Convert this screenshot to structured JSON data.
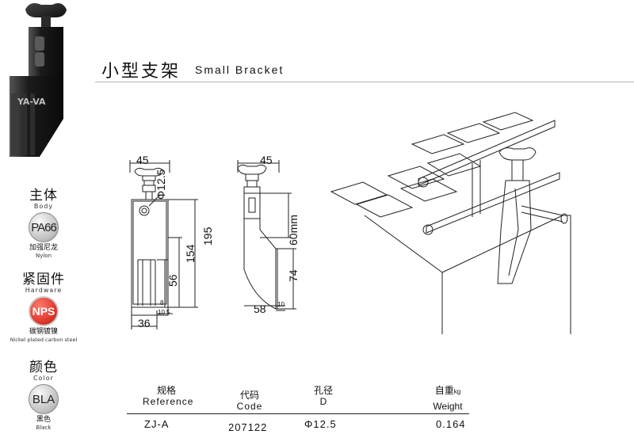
{
  "title": {
    "cn": "小型支架",
    "en": "Small Bracket"
  },
  "product_photo": {
    "brand": "YA-VA"
  },
  "sidebar": [
    {
      "cn": "主体",
      "en": "Body",
      "badge": "PA66",
      "sub_cn": "加强尼龙",
      "sub_en": "Nylon",
      "badge_color": "#d8d8d8",
      "badge_text_color": "#222"
    },
    {
      "cn": "紧固件",
      "en": "Hardware",
      "badge": "NPS",
      "sub_cn": "碳钢镀镍",
      "sub_en": "Nickel plated carbon steel",
      "badge_color": "#e23a2e",
      "badge_text_color": "#ffffff"
    },
    {
      "cn": "颜色",
      "en": "Color",
      "badge": "BLA",
      "sub_cn": "黑色",
      "sub_en": "Black",
      "badge_color": "#d8d8d8",
      "badge_text_color": "#222"
    }
  ],
  "front_view": {
    "top_width": "45",
    "hole": "Φ12.5",
    "height_total": "195",
    "height_mid": "154",
    "height_slot": "56",
    "slot_gap": "8",
    "bottom_a": "10",
    "bottom_b": "5",
    "bottom_width": "36"
  },
  "side_view": {
    "top_width": "45",
    "upper_height": "60mm",
    "lower_height": "74",
    "bottom_width": "58",
    "bottom_small": "10"
  },
  "table": {
    "headers": [
      {
        "cn": "规格",
        "en": "Reference"
      },
      {
        "cn": "代码",
        "en": "Code"
      },
      {
        "cn": "孔径",
        "en": "D"
      },
      {
        "cn": "自重",
        "unit": "kg",
        "en": "Weight"
      }
    ],
    "rows": [
      {
        "reference": "ZJ-A",
        "code": "207122",
        "d": "Φ12.5",
        "weight": "0.164"
      }
    ]
  },
  "colors": {
    "rule": "#b5b5b5",
    "npsRed": "#e23a2e",
    "line": "#222222"
  }
}
